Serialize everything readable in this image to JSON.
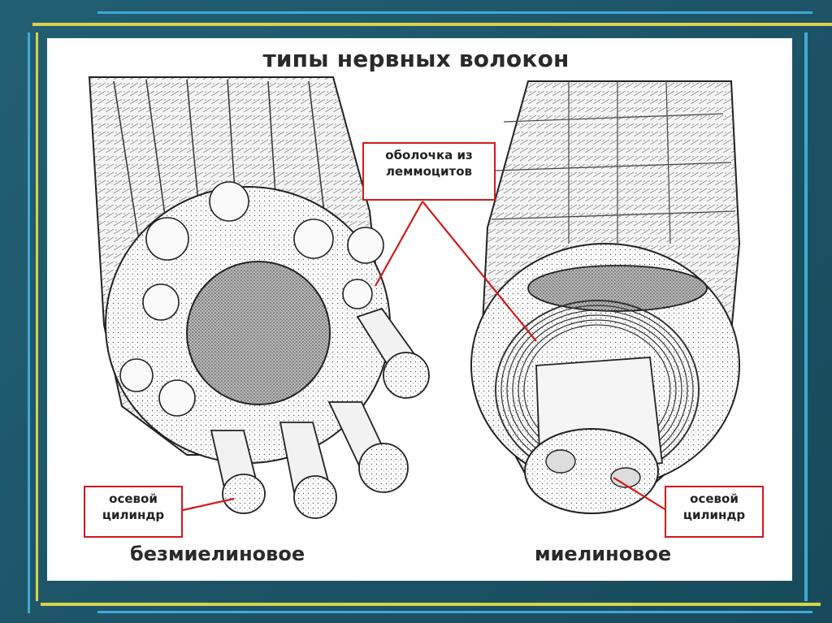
{
  "slide": {
    "title": "типы нервных волокон",
    "colors": {
      "background": "#1f5a6e",
      "accent_yellow": "#d8d24a",
      "accent_cyan": "#3fa9d6",
      "label_border": "#d11a1a"
    }
  },
  "labels": {
    "sheath": {
      "line1": "оболочка из",
      "line2": "леммоцитов"
    },
    "axis_left": {
      "line1": "осевой",
      "line2": "цилиндр"
    },
    "axis_right": {
      "line1": "осевой",
      "line2": "цилиндр"
    }
  },
  "captions": {
    "left": "безмиелиновое",
    "right": "миелиновое"
  }
}
